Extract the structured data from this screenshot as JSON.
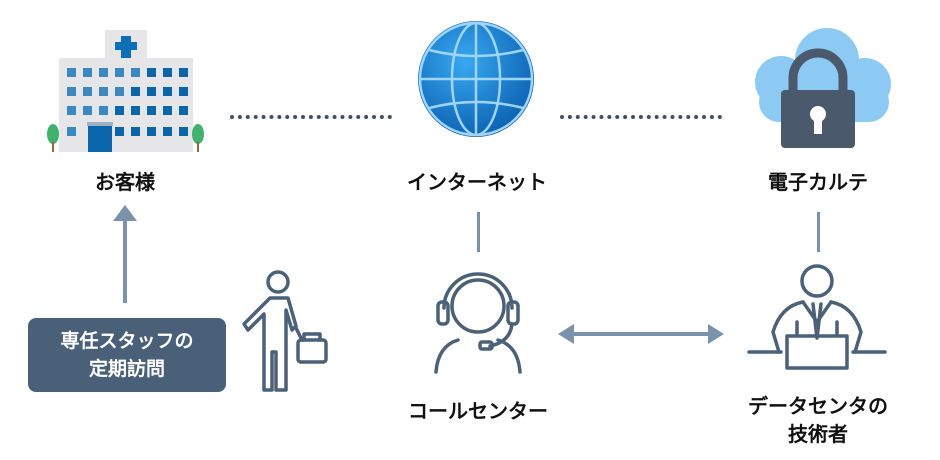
{
  "nodes": {
    "customer": {
      "label": "お客様",
      "icon": "hospital-building-icon"
    },
    "internet": {
      "label": "インターネット",
      "icon": "globe-icon"
    },
    "ehr": {
      "label": "電子カルテ",
      "icon": "cloud-lock-icon"
    },
    "call_center": {
      "label": "コールセンター",
      "icon": "headset-operator-icon"
    },
    "dc_tech": {
      "line1": "データセンタの",
      "line2": "技術者",
      "icon": "desk-worker-icon"
    }
  },
  "visit_box": {
    "line1": "専任スタッフの",
    "line2": "定期訪問"
  },
  "colors": {
    "stroke": "#4a6178",
    "arrow": "#7a93ab",
    "box": "#4a6078",
    "dots": "#3e5166",
    "blue": "#0d6fb8"
  }
}
